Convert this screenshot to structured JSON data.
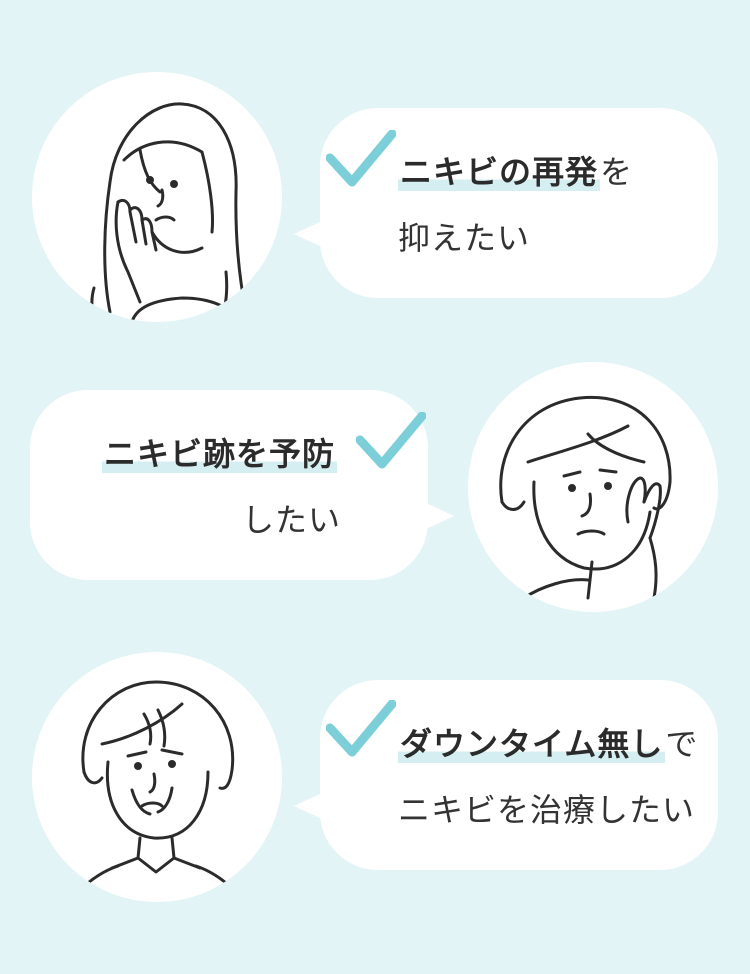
{
  "rows": [
    {
      "highlight": "ニキビの再発",
      "suffix": "を",
      "line2": "抑えたい",
      "avatar_icon": "worried-long-hair-woman-icon",
      "check_icon": "check-mark-icon"
    },
    {
      "highlight": "ニキビ跡を予防",
      "suffix": "",
      "line2": "したい",
      "avatar_icon": "worried-short-hair-woman-icon",
      "check_icon": "check-mark-icon"
    },
    {
      "highlight": "ダウンタイム無し",
      "suffix": "で",
      "line2": "ニキビを治療したい",
      "avatar_icon": "worried-bob-hair-woman-icon",
      "check_icon": "check-mark-icon"
    }
  ],
  "colors": {
    "background": "#e3f4f6",
    "check": "#7ccfd8",
    "highlight": "#d4eef2",
    "text": "#333333"
  }
}
